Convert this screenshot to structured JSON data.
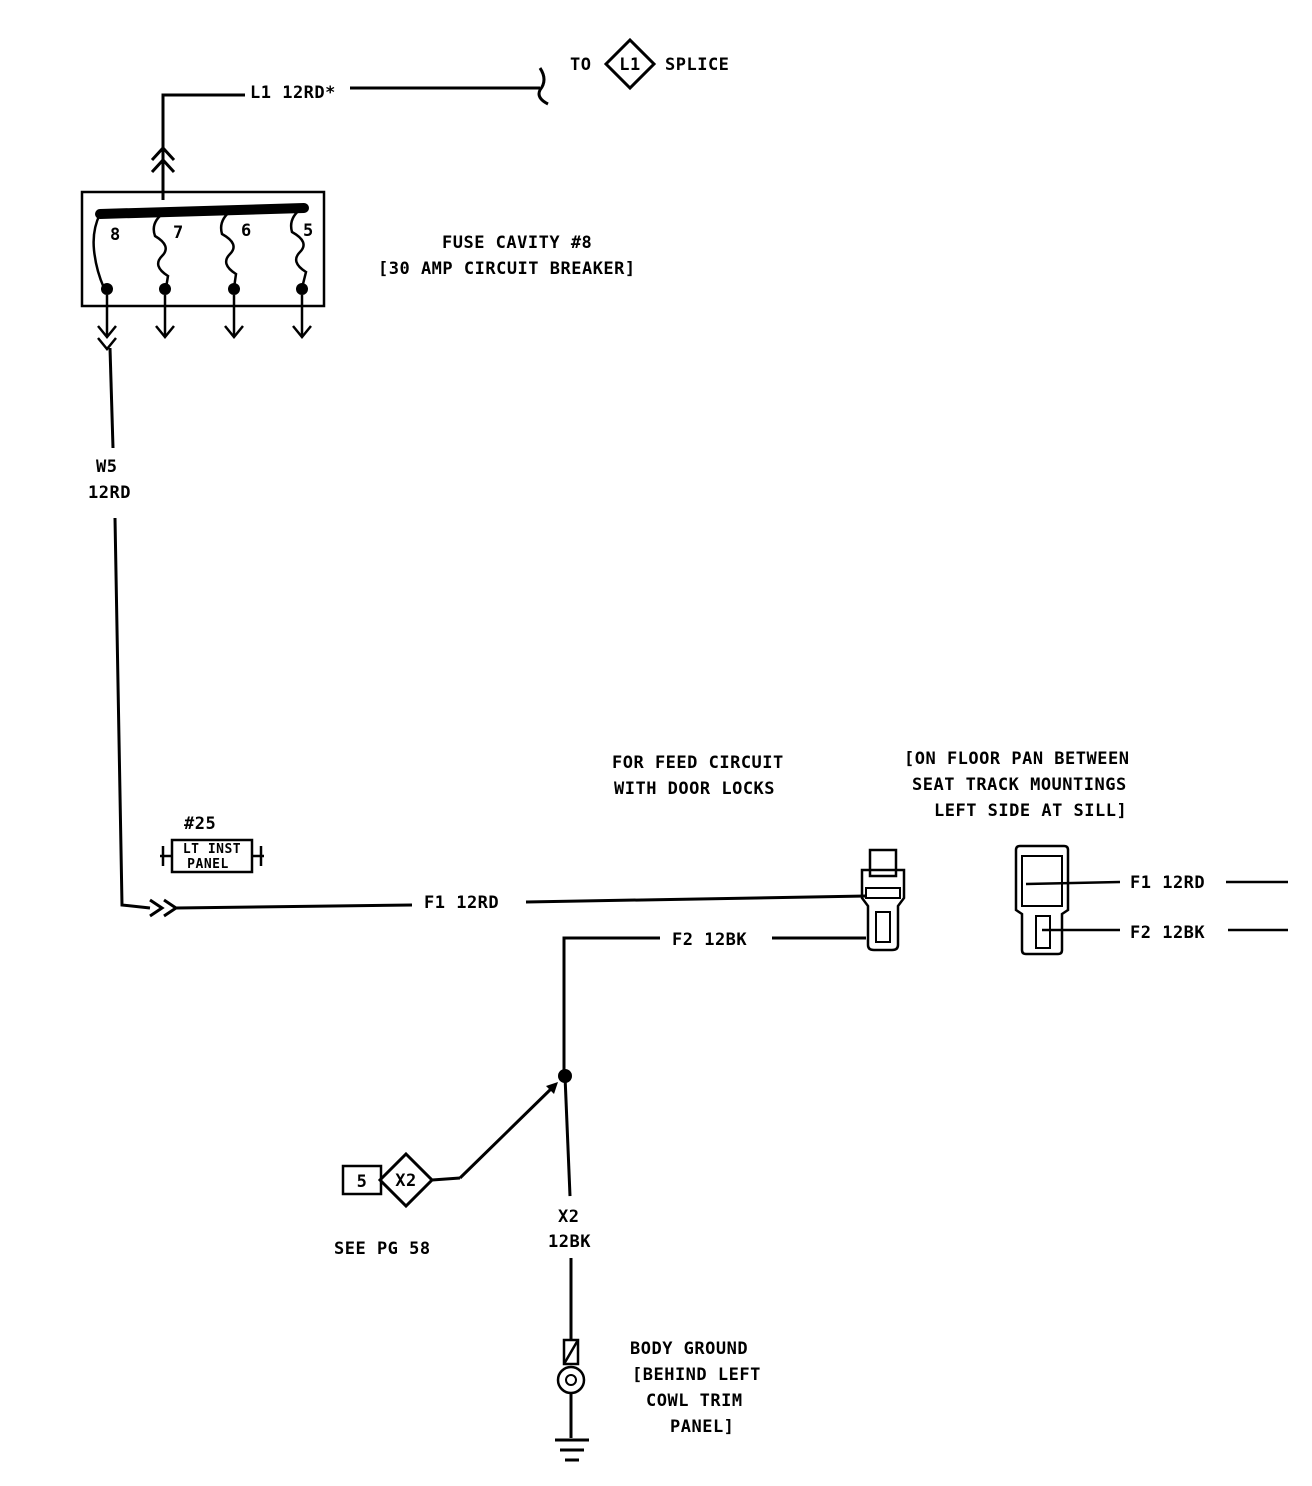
{
  "top": {
    "wire_l1": "L1 12RD*",
    "to_label": "TO",
    "splice_id": "L1",
    "splice_label": "SPLICE"
  },
  "fuse_block": {
    "cavities": [
      "8",
      "7",
      "6",
      "5"
    ],
    "title": "FUSE CAVITY #8",
    "subtitle": "[30 AMP CIRCUIT BREAKER]"
  },
  "wire_w5": {
    "circuit": "W5",
    "gauge_color": "12RD"
  },
  "connector_25": {
    "number": "#25",
    "line1": "LT INST",
    "line2": "PANEL"
  },
  "feed_note": {
    "line1": "FOR FEED CIRCUIT",
    "line2": "WITH DOOR LOCKS"
  },
  "location_note": {
    "line1": "[ON FLOOR PAN BETWEEN",
    "line2": "SEAT TRACK MOUNTINGS",
    "line3": "LEFT SIDE AT SILL]"
  },
  "wires": {
    "f1": "F1 12RD",
    "f2": "F2 12BK",
    "f1_right": "F1 12RD",
    "f2_right": "F2 12BK"
  },
  "splice_x2": {
    "page": "5",
    "id": "X2",
    "see": "SEE PG 58"
  },
  "wire_x2": {
    "circuit": "X2",
    "gauge_color": "12BK"
  },
  "ground": {
    "line1": "BODY GROUND",
    "line2": "[BEHIND LEFT",
    "line3": "COWL TRIM",
    "line4": "PANEL]"
  }
}
